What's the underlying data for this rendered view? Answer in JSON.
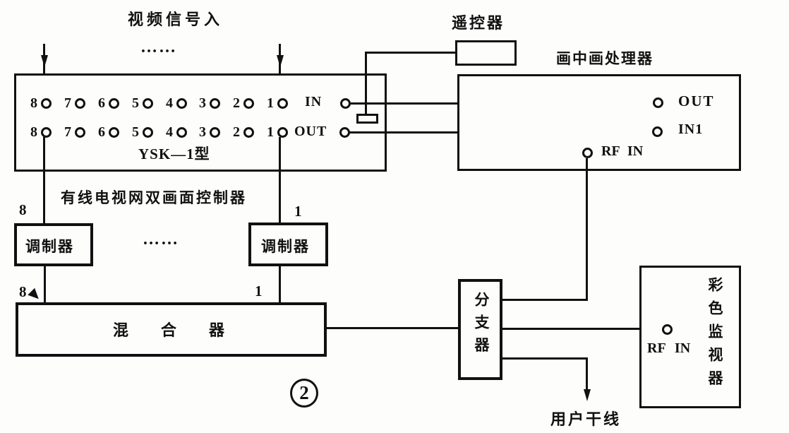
{
  "diagram": {
    "title_top": "视频信号入",
    "ellipsis_top": "……",
    "ellipsis_mid": "……",
    "figure_number": "2",
    "user_trunk_label": "用户干线"
  },
  "ysk": {
    "model": "YSK—1型",
    "caption": "有线电视网双画面控制器",
    "terminal_numbers": [
      "8",
      "7",
      "6",
      "5",
      "4",
      "3",
      "2",
      "1"
    ],
    "in_label": "IN",
    "out_label": "OUT"
  },
  "remote": {
    "label": "遥控器"
  },
  "pip": {
    "label": "画中画处理器",
    "out_label": "OUT",
    "in1_label": "IN1",
    "rf_in_label": "RF IN"
  },
  "modulators": {
    "left": "调制器",
    "right": "调制器"
  },
  "chain_labels": {
    "top_left": "8",
    "top_right": "1",
    "bottom_left": "8",
    "bottom_right": "1"
  },
  "mixer": {
    "label": "混合器"
  },
  "splitter": {
    "label": "分支器"
  },
  "monitor": {
    "label": "彩色监视器",
    "rf_in_label": "RF IN"
  },
  "colors": {
    "ink": "#111111",
    "background": "#fdfdfc"
  }
}
